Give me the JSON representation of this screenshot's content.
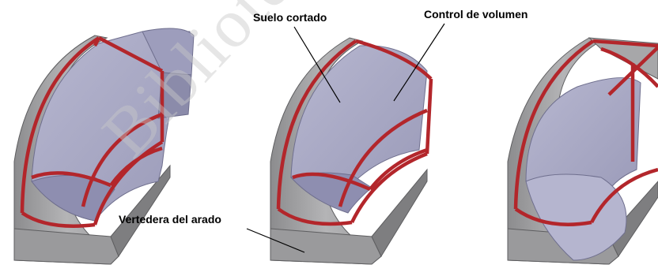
{
  "labels": {
    "cut_soil": "Suelo cortado",
    "volume_control": "Control de volumen",
    "plough_mouldboard": "Vertedera del arado"
  },
  "watermark": "Biblioteca de",
  "colors": {
    "mouldboard_gray": "#a9a9ab",
    "mouldboard_shadow": "#7e7e80",
    "soil_lavender": "#a9a9c6",
    "soil_dark": "#8f8fae",
    "control_volume_red": "#b3262b"
  }
}
